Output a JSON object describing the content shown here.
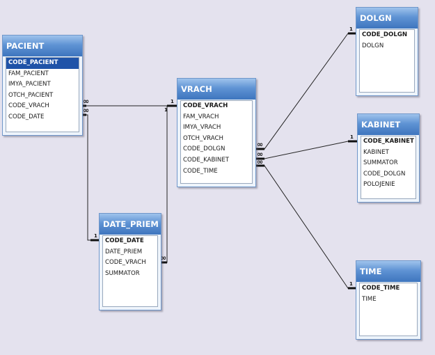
{
  "tables": {
    "pacient": {
      "name": "PACIENT",
      "fields": [
        "CODE_PACIENT",
        "FAM_PACIENT",
        "IMYA_PACIENT",
        "OTCH_PACIENT",
        "CODE_VRACH",
        "CODE_DATE"
      ]
    },
    "vrach": {
      "name": "VRACH",
      "fields": [
        "CODE_VRACH",
        "FAM_VRACH",
        "IMYA_VRACH",
        "OTCH_VRACH",
        "CODE_DOLGN",
        "CODE_KABINET",
        "CODE_TIME"
      ]
    },
    "date_priem": {
      "name": "DATE_PRIEM",
      "fields": [
        "CODE_DATE",
        "DATE_PRIEM",
        "CODE_VRACH",
        "SUMMATOR"
      ]
    },
    "dolgn": {
      "name": "DOLGN",
      "fields": [
        "CODE_DOLGN",
        "DOLGN"
      ]
    },
    "kabinet": {
      "name": "KABINET",
      "fields": [
        "CODE_KABINET",
        "KABINET",
        "SUMMATOR",
        "CODE_DOLGN",
        "POLOJENIE"
      ]
    },
    "time": {
      "name": "TIME",
      "fields": [
        "CODE_TIME",
        "TIME"
      ]
    }
  },
  "relationships": [
    {
      "one": "1",
      "many": "∞"
    },
    {
      "one": "1",
      "many": "∞"
    },
    {
      "one": "1",
      "many": "∞"
    },
    {
      "one": "1",
      "many": "∞"
    },
    {
      "one": "1",
      "many": "∞"
    },
    {
      "one": "1",
      "many": "∞"
    }
  ],
  "colors": {
    "title_bar": "#4a80c6",
    "selected_field": "#1f53a8",
    "background": "#e4e2ee",
    "line": "#2a2a2a"
  }
}
